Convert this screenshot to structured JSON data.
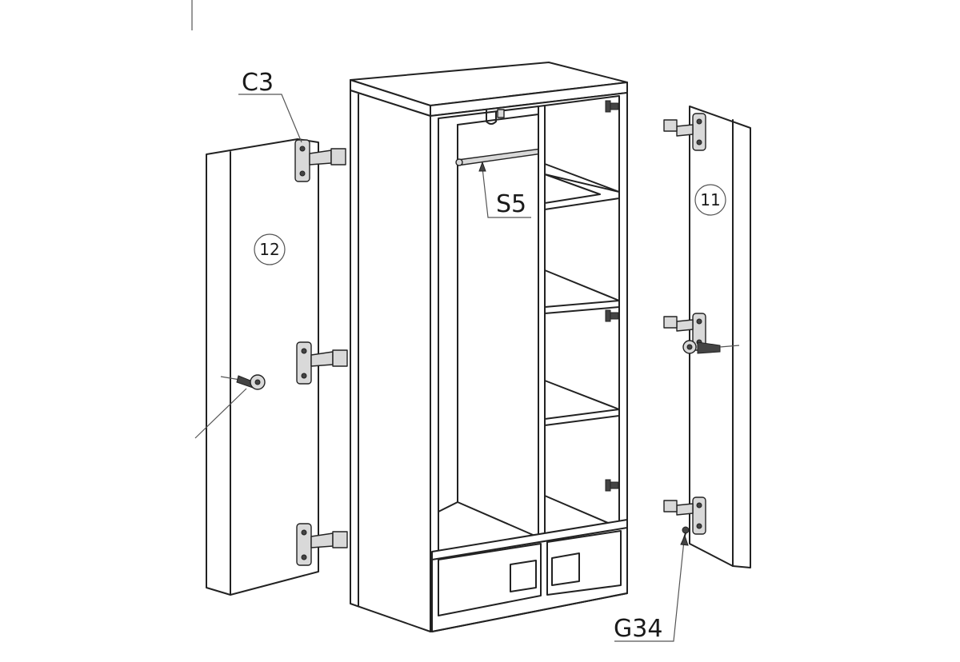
{
  "callouts": {
    "hinge_label": "C3",
    "rail_label": "S5",
    "screw_label": "G34"
  },
  "parts": {
    "left_door_number": "12",
    "right_door_number": "11"
  },
  "colors": {
    "line": "#222222",
    "paper": "#ffffff",
    "hardware_fill": "#d9d9d9"
  }
}
